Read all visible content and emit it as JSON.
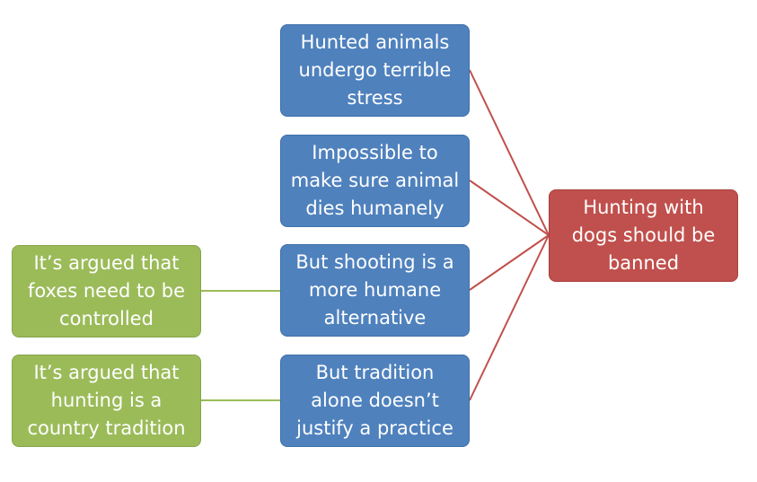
{
  "claim": {
    "text": "Hunting with\ndogs should be\nbanned",
    "color": "#c0504d"
  },
  "reasons": [
    {
      "text": "Hunted animals\nundergo terrible\nstress",
      "color": "#4f81bd"
    },
    {
      "text": "Impossible to\nmake sure animal\ndies humanely",
      "color": "#4f81bd"
    },
    {
      "text": "But shooting is a\nmore humane\nalternative",
      "color": "#4f81bd"
    },
    {
      "text": "But tradition\nalone doesn’t\njustify a practice",
      "color": "#4f81bd"
    }
  ],
  "objections": [
    {
      "text": "It’s argued that\nfoxes need to be\ncontrolled",
      "color": "#9bbb59"
    },
    {
      "text": "It’s argued that\nhunting is a\ncountry tradition",
      "color": "#9bbb59"
    }
  ],
  "connector_colors": {
    "to_claim": "#c0504d",
    "to_objection": "#9bbb59"
  }
}
